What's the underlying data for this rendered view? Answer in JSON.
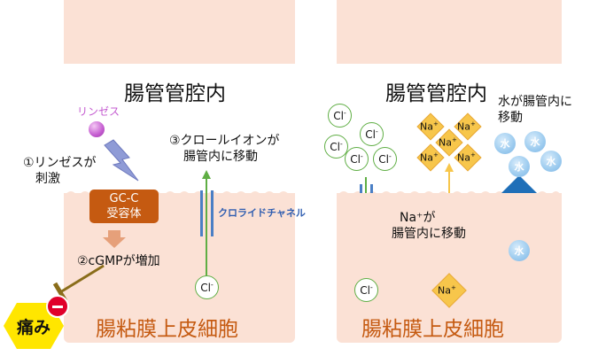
{
  "left_panel": {
    "lumen_label": "腸管管腔内",
    "cell_label": "腸粘膜上皮細胞",
    "drug_label": "リンゼス",
    "step1": {
      "line1": "①リンゼスが",
      "line2": "刺激"
    },
    "receptor": {
      "line1": "GC-C",
      "line2": "受容体"
    },
    "step2": "②cGMPが増加",
    "step3": {
      "line1": "③クロールイオンが",
      "line2": "腸管内に移動"
    },
    "channel_label": "クロライドチャネル",
    "ion_in_cell": "Cl",
    "pain_label": "痛み"
  },
  "right_panel": {
    "lumen_label": "腸管管腔内",
    "cell_label": "腸粘膜上皮細胞",
    "cl_ions": [
      "Cl",
      "Cl",
      "Cl",
      "Cl",
      "Cl"
    ],
    "na_ions": [
      "Na",
      "Na",
      "Na",
      "Na",
      "Na"
    ],
    "ion_charge_minus": "-",
    "ion_charge_plus": "+",
    "cl_in_cell": "Cl",
    "na_in_cell": "Na",
    "na_move": {
      "line1": "Na⁺が",
      "line2": "腸管内に移動"
    },
    "water_move": {
      "line1": "水が腸管内に",
      "line2": "移動"
    },
    "water_symbol": "水"
  },
  "colors": {
    "tissue": "#fbe1d5",
    "cell_text": "#c55a11",
    "receptor_fill": "#c55a11",
    "channel_blue": "#4a7fc5",
    "cl_green": "#5fae44",
    "na_yellow": "#f7c64b",
    "water_arrow": "#1f6fb8",
    "pain_yellow": "#ffe600",
    "stop_red": "#e0002a"
  }
}
